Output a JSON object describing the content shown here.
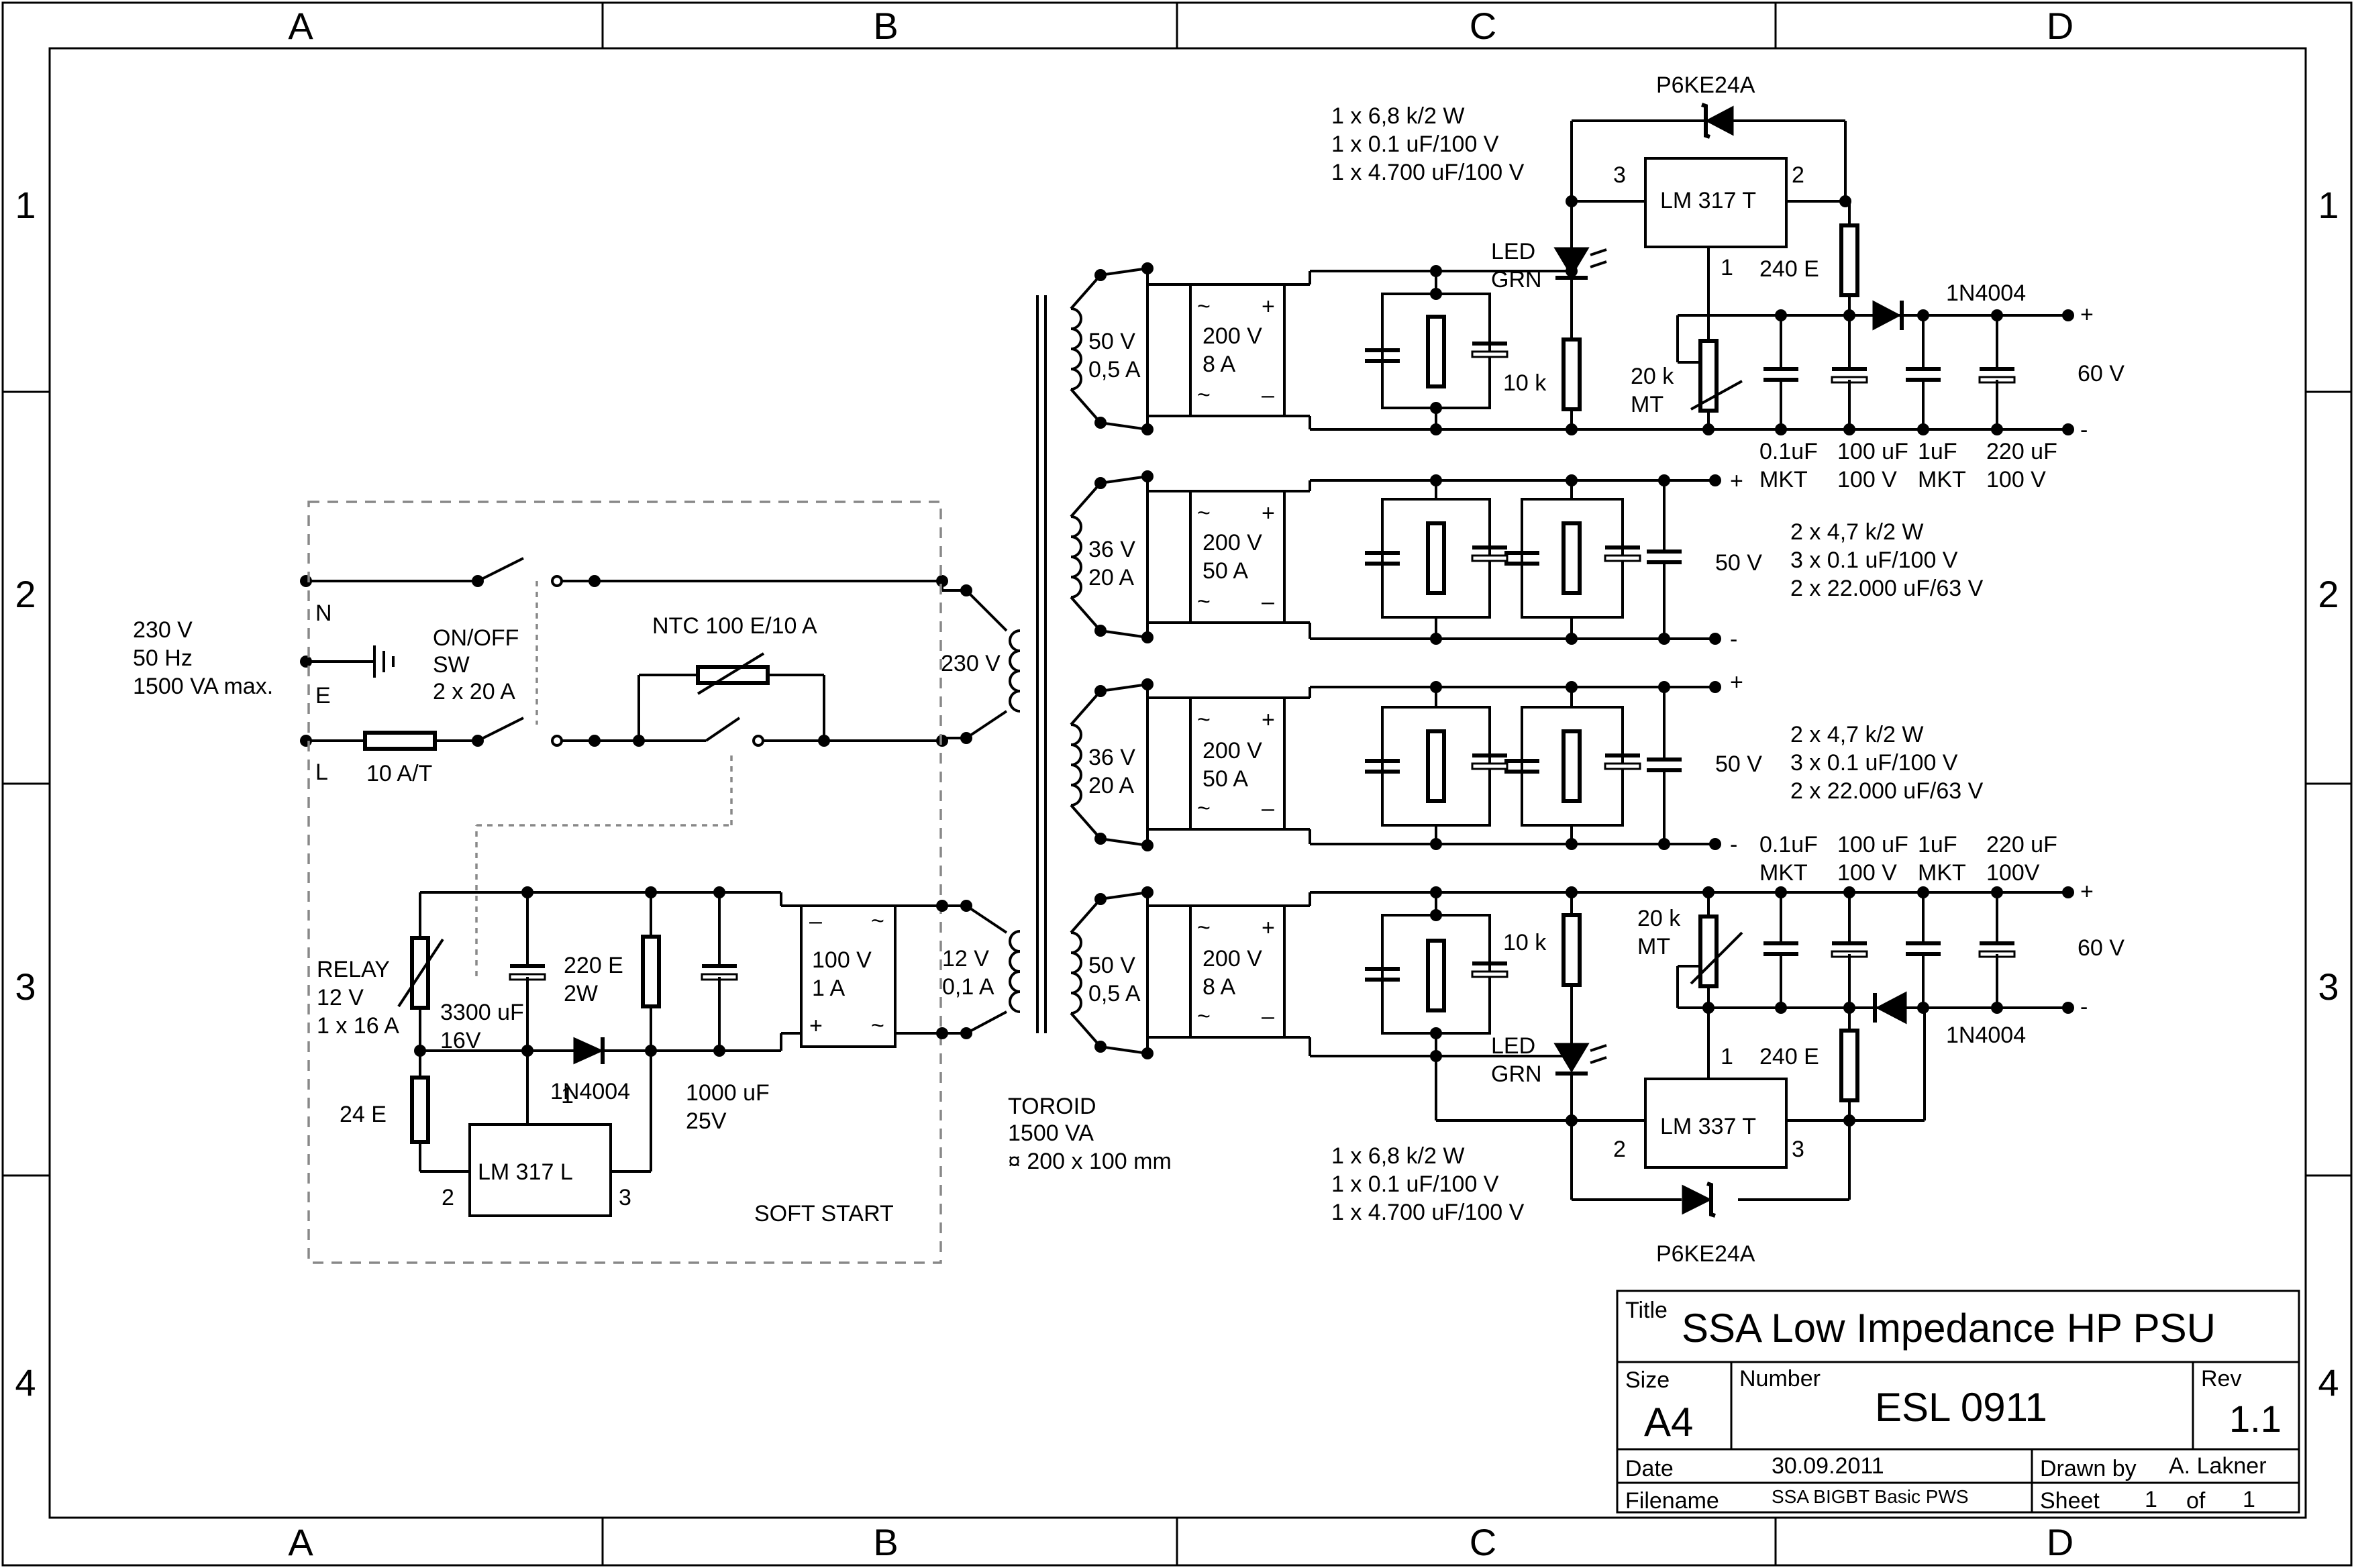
{
  "grid": {
    "columns": [
      "A",
      "B",
      "C",
      "D"
    ],
    "rows": [
      "1",
      "2",
      "3",
      "4"
    ]
  },
  "mains": {
    "input": [
      "230 V",
      "50 Hz",
      "1500 VA max."
    ],
    "n_label": "N",
    "e_label": "E",
    "l_label": "L",
    "fuse": "10 A/T",
    "switch": [
      "ON/OFF",
      "SW",
      "2 x 20 A"
    ],
    "ntc": "NTC 100 E/10 A",
    "primary": "230 V"
  },
  "soft_start": {
    "title": "SOFT START",
    "relay": [
      "RELAY",
      "12 V",
      "1 x 16 A"
    ],
    "cap1": [
      "3300 uF",
      "16V"
    ],
    "res1": [
      "220 E",
      "2W"
    ],
    "diode": "1N4004",
    "cap2": [
      "1000 uF",
      "25V"
    ],
    "res2": "24 E",
    "regulator": "LM 317 L",
    "pin1": "1",
    "pin2": "2",
    "pin3": "3",
    "bridge": [
      "100 V",
      "1 A"
    ],
    "aux_winding": [
      "12 V",
      "0,1 A"
    ],
    "ac": "~",
    "plus": "+",
    "minus": "–"
  },
  "transformer": [
    "TOROID",
    "1500 VA",
    "¤ 200 x 100 mm"
  ],
  "secondaries": [
    {
      "winding": [
        "50 V",
        "0,5 A"
      ],
      "bridge": [
        "200 V",
        "8 A"
      ]
    },
    {
      "winding": [
        "36 V",
        "20 A"
      ],
      "bridge": [
        "200 V",
        "50 A"
      ]
    },
    {
      "winding": [
        "36 V",
        "20 A"
      ],
      "bridge": [
        "200 V",
        "50 A"
      ]
    },
    {
      "winding": [
        "50 V",
        "0,5 A"
      ],
      "bridge": [
        "200 V",
        "8 A"
      ]
    }
  ],
  "pos_reg": {
    "parts": [
      "1 x 6,8 k/2 W",
      "1 x 0.1 uF/100 V",
      "1 x 4.700 uF/100 V"
    ],
    "zener": "P6KE24A",
    "regulator": "LM 317 T",
    "pin3": "3",
    "pin2": "2",
    "pin1": "1",
    "led": [
      "LED",
      "GRN"
    ],
    "r_led": "10 k",
    "trim": [
      "20 k",
      "MT"
    ],
    "r_set": "240 E",
    "diode": "1N4004",
    "caps": [
      [
        "0.1uF",
        "MKT"
      ],
      [
        "100 uF",
        "100 V"
      ],
      [
        "1uF",
        "MKT"
      ],
      [
        "220 uF",
        "100 V"
      ]
    ],
    "output": "60 V",
    "plus": "+",
    "minus": "-"
  },
  "rails": [
    {
      "output": "50 V",
      "parts": [
        "2 x 4,7 k/2 W",
        "3 x 0.1 uF/100 V",
        "2 x 22.000 uF/63 V"
      ],
      "plus": "+",
      "minus": "-"
    },
    {
      "output": "50 V",
      "parts": [
        "2 x 4,7 k/2 W",
        "3 x 0.1 uF/100 V",
        "2 x 22.000 uF/63 V"
      ],
      "plus": "+",
      "minus": "-"
    }
  ],
  "neg_reg": {
    "caps": [
      [
        "0.1uF",
        "MKT"
      ],
      [
        "100 uF",
        "100 V"
      ],
      [
        "1uF",
        "MKT"
      ],
      [
        "220 uF",
        "100V"
      ]
    ],
    "trim": [
      "20 k",
      "MT"
    ],
    "r_led": "10 k",
    "led": [
      "LED",
      "GRN"
    ],
    "regulator": "LM 337 T",
    "pin1": "1",
    "pin2": "2",
    "pin3": "3",
    "r_set": "240 E",
    "diode": "1N4004",
    "zener": "P6KE24A",
    "parts": [
      "1 x 6,8 k/2 W",
      "1 x 0.1 uF/100 V",
      "1 x 4.700 uF/100 V"
    ],
    "output": "60 V",
    "plus": "+",
    "minus": "-"
  },
  "title_block": {
    "title_label": "Title",
    "title": "SSA Low Impedance HP PSU",
    "size_label": "Size",
    "size": "A4",
    "number_label": "Number",
    "number": "ESL 0911",
    "rev_label": "Rev",
    "rev": "1.1",
    "date_label": "Date",
    "date": "30.09.2011",
    "drawn_label": "Drawn by",
    "drawn": "A. Lakner",
    "filename_label": "Filename",
    "filename": "SSA BIGBT Basic PWS",
    "sheet_label": "Sheet",
    "sheet": "1",
    "of_label": "of",
    "of": "1"
  }
}
